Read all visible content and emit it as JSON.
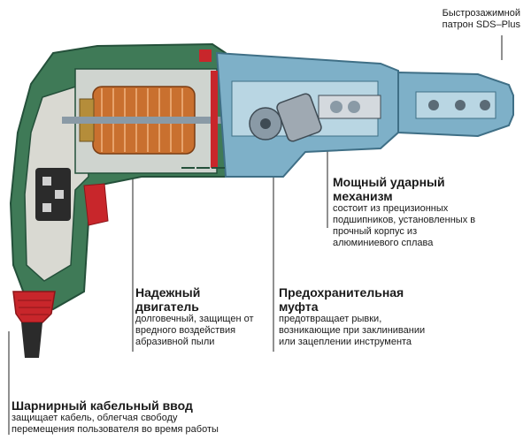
{
  "labels": {
    "chuck": {
      "line1": "Быстрозажимной",
      "line2": "патрон SDS–Plus"
    },
    "impact": {
      "title1": "Мощный ударный",
      "title2": "механизм",
      "desc": [
        "состоит из прецизионных",
        "подшипников, установленных в",
        "прочный корпус из",
        "алюминиевого сплава"
      ]
    },
    "motor": {
      "title1": "Надежный",
      "title2": "двигатель",
      "desc": [
        "долговечный, защищен от",
        "вредного воздействия",
        "абразивной пыли"
      ]
    },
    "clutch": {
      "title1": "Предохранительная",
      "title2": "муфта",
      "desc": [
        "предотвращает рывки,",
        "возникающие при заклинивании",
        "или зацеплении инструмента"
      ]
    },
    "cable": {
      "title": "Шарнирный кабельный ввод",
      "desc": [
        "защищает кабель, облегчая свободу",
        "перемещения пользователя во время работы"
      ]
    }
  },
  "colors": {
    "housing": "#3f7a57",
    "housing_dark": "#24503a",
    "gearbox": "#7eb0c8",
    "gearbox_light": "#b9d6e3",
    "copper": "#c9702f",
    "red": "#c8262b",
    "steel": "#8a9aa6"
  }
}
